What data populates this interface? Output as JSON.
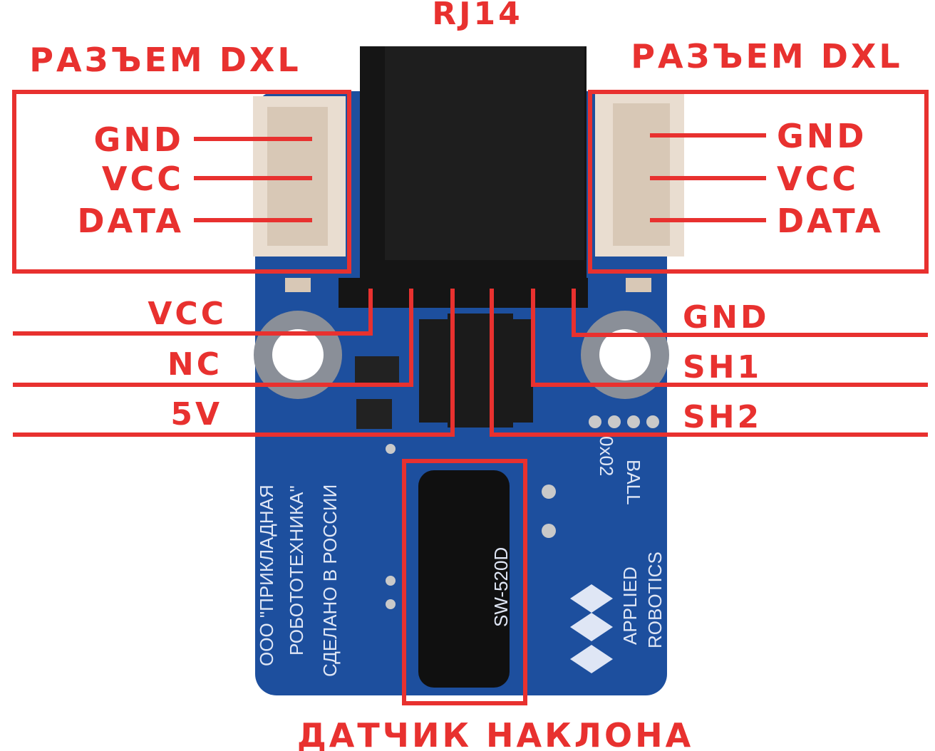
{
  "title": "RJ14",
  "colors": {
    "accent": "#e8312f",
    "board": "#1d4f9e",
    "connector": "#e9ddd0",
    "component": "#111111"
  },
  "left_connector": {
    "title": "РАЗЪЕМ DXL",
    "pins": [
      "GND",
      "VCC",
      "DATA"
    ]
  },
  "right_connector": {
    "title": "РАЗЪЕМ DXL",
    "pins": [
      "GND",
      "VCC",
      "DATA"
    ]
  },
  "header_left_pins": [
    "VCC",
    "NC",
    "5V"
  ],
  "header_right_pins": [
    "GND",
    "SH1",
    "SH2"
  ],
  "sensor_label": "ДАТЧИК НАКЛОНА",
  "silkscreen": {
    "company_line1": "ООО \"ПРИКЛАДНАЯ",
    "company_line2": "РОБОТОТЕХНИКА\"",
    "made_in": "СДЕЛАНО В РОССИИ",
    "brand_line1": "APPLIED",
    "brand_line2": "ROBOTICS",
    "module_name": "BALL",
    "module_id": "0x02",
    "sensor_part": "SW-520D"
  }
}
